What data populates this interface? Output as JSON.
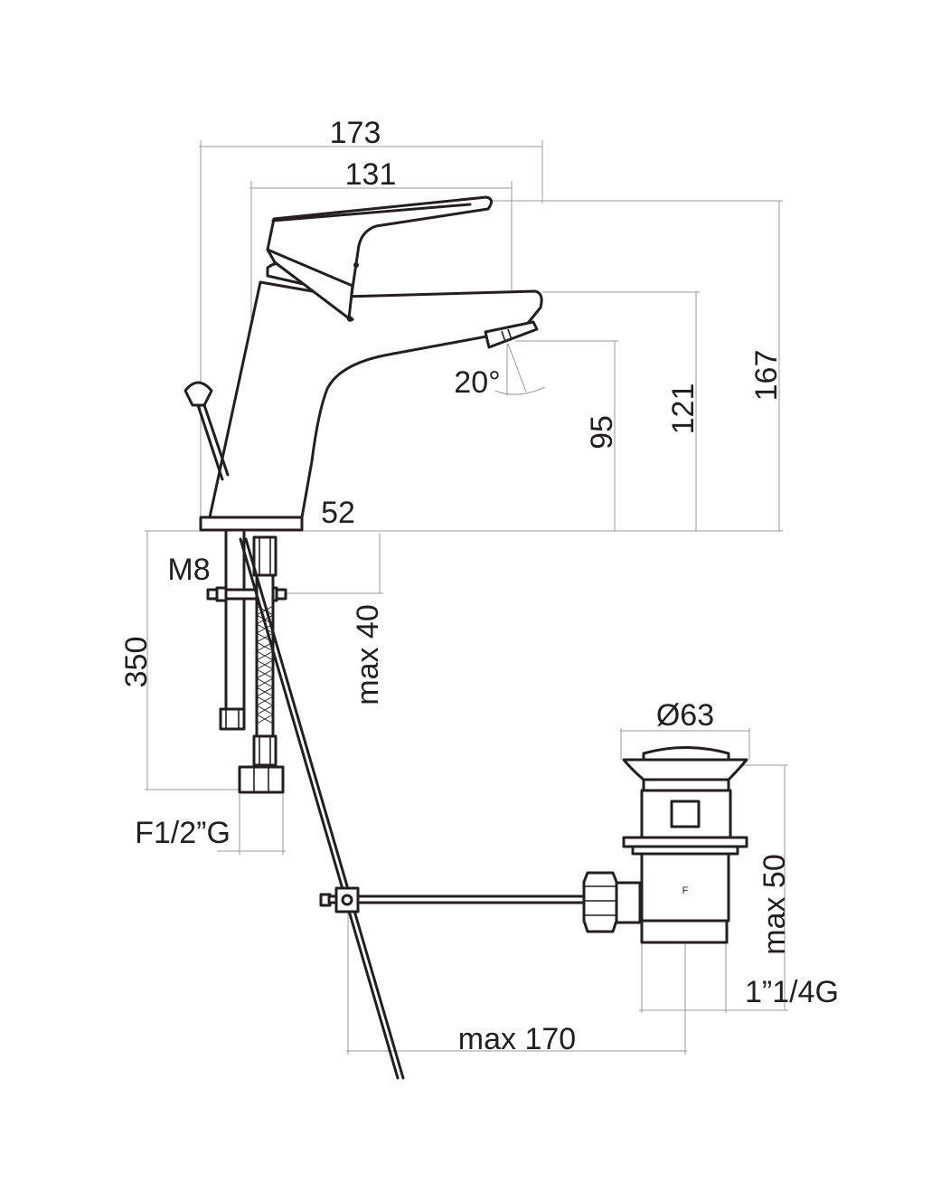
{
  "drawing": {
    "line_color": "#231f20",
    "dimension_line_color": "#9a9a9a",
    "background": "#ffffff",
    "dimensions": {
      "overall_width": "173",
      "spout_reach": "131",
      "total_height": "167",
      "spout_height": "121",
      "outlet_height": "95",
      "outlet_angle": "20°",
      "base_diameter": "52",
      "fixing_thread": "M8",
      "hose_length": "350",
      "max_deck_thickness": "max 40",
      "hose_connection": "F1/2”G",
      "waste_diameter": "Ø63",
      "waste_max_thickness": "max 50",
      "waste_thread": "1”1/4G",
      "rod_max_length": "max 170",
      "waste_marking": "F"
    }
  }
}
